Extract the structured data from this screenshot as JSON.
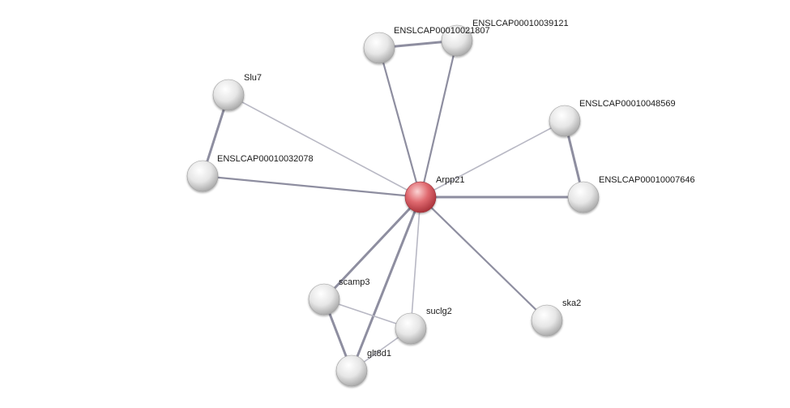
{
  "network": {
    "center_node": "Arpp21",
    "nodes": [
      {
        "id": "arpp21",
        "label": "Arpp21",
        "kind": "query"
      },
      {
        "id": "enslcap21807",
        "label": "ENSLCAP00010021807",
        "kind": "partner"
      },
      {
        "id": "enslcap39121",
        "label": "ENSLCAP00010039121",
        "kind": "partner"
      },
      {
        "id": "slu7",
        "label": "Slu7",
        "kind": "partner"
      },
      {
        "id": "enslcap32078",
        "label": "ENSLCAP00010032078",
        "kind": "partner"
      },
      {
        "id": "enslcap48569",
        "label": "ENSLCAP00010048569",
        "kind": "partner"
      },
      {
        "id": "enslcap07646",
        "label": "ENSLCAP00010007646",
        "kind": "partner"
      },
      {
        "id": "scamp3",
        "label": "scamp3",
        "kind": "partner"
      },
      {
        "id": "suclg2",
        "label": "suclg2",
        "kind": "partner"
      },
      {
        "id": "glt8d1",
        "label": "glt8d1",
        "kind": "partner"
      },
      {
        "id": "ska2",
        "label": "ska2",
        "kind": "partner"
      }
    ],
    "edges": [
      {
        "source": "arpp21",
        "target": "enslcap21807",
        "strength": 2
      },
      {
        "source": "arpp21",
        "target": "enslcap39121",
        "strength": 2
      },
      {
        "source": "arpp21",
        "target": "slu7",
        "strength": 1
      },
      {
        "source": "arpp21",
        "target": "enslcap32078",
        "strength": 2
      },
      {
        "source": "arpp21",
        "target": "enslcap48569",
        "strength": 1
      },
      {
        "source": "arpp21",
        "target": "enslcap07646",
        "strength": 3
      },
      {
        "source": "arpp21",
        "target": "scamp3",
        "strength": 3
      },
      {
        "source": "arpp21",
        "target": "suclg2",
        "strength": 1
      },
      {
        "source": "arpp21",
        "target": "glt8d1",
        "strength": 3
      },
      {
        "source": "arpp21",
        "target": "ska2",
        "strength": 2
      },
      {
        "source": "enslcap21807",
        "target": "enslcap39121",
        "strength": 3
      },
      {
        "source": "slu7",
        "target": "enslcap32078",
        "strength": 3
      },
      {
        "source": "enslcap48569",
        "target": "enslcap07646",
        "strength": 3
      },
      {
        "source": "scamp3",
        "target": "suclg2",
        "strength": 1
      },
      {
        "source": "scamp3",
        "target": "glt8d1",
        "strength": 3
      },
      {
        "source": "suclg2",
        "target": "glt8d1",
        "strength": 1
      }
    ]
  },
  "colors": {
    "query_node": "#d9505a",
    "partner_node": "#e0e0e0",
    "edge_strong": "#8e8ea0",
    "edge_weak": "#b8b8c4",
    "label": "#1a1a1a"
  }
}
